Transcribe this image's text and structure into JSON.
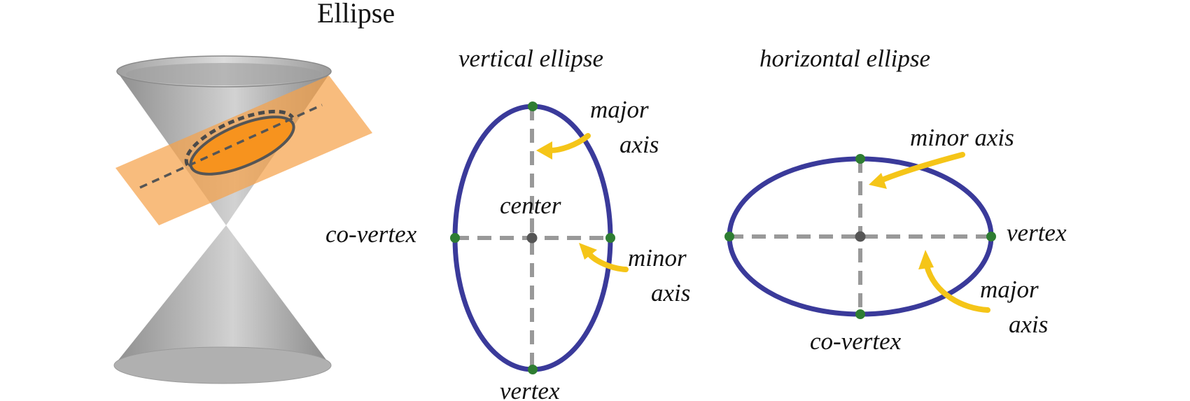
{
  "title": "Ellipse",
  "vertical": {
    "heading": "vertical ellipse",
    "major_line1": "major",
    "major_line2": "axis",
    "center": "center",
    "co_vertex": "co-vertex",
    "minor_line1": "minor",
    "minor_line2": "axis",
    "vertex": "vertex"
  },
  "horizontal": {
    "heading": "horizontal ellipse",
    "minor_axis": "minor axis",
    "vertex": "vertex",
    "major_line1": "major",
    "major_line2": "axis",
    "co_vertex": "co-vertex"
  },
  "colors": {
    "ellipse_stroke": "#3a3a9a",
    "axis_dash": "#999999",
    "point": "#2e7d32",
    "center_point": "#555555",
    "arrow": "#f5c518",
    "plane": "#f5a24b",
    "cone": "#a8a8a8"
  }
}
